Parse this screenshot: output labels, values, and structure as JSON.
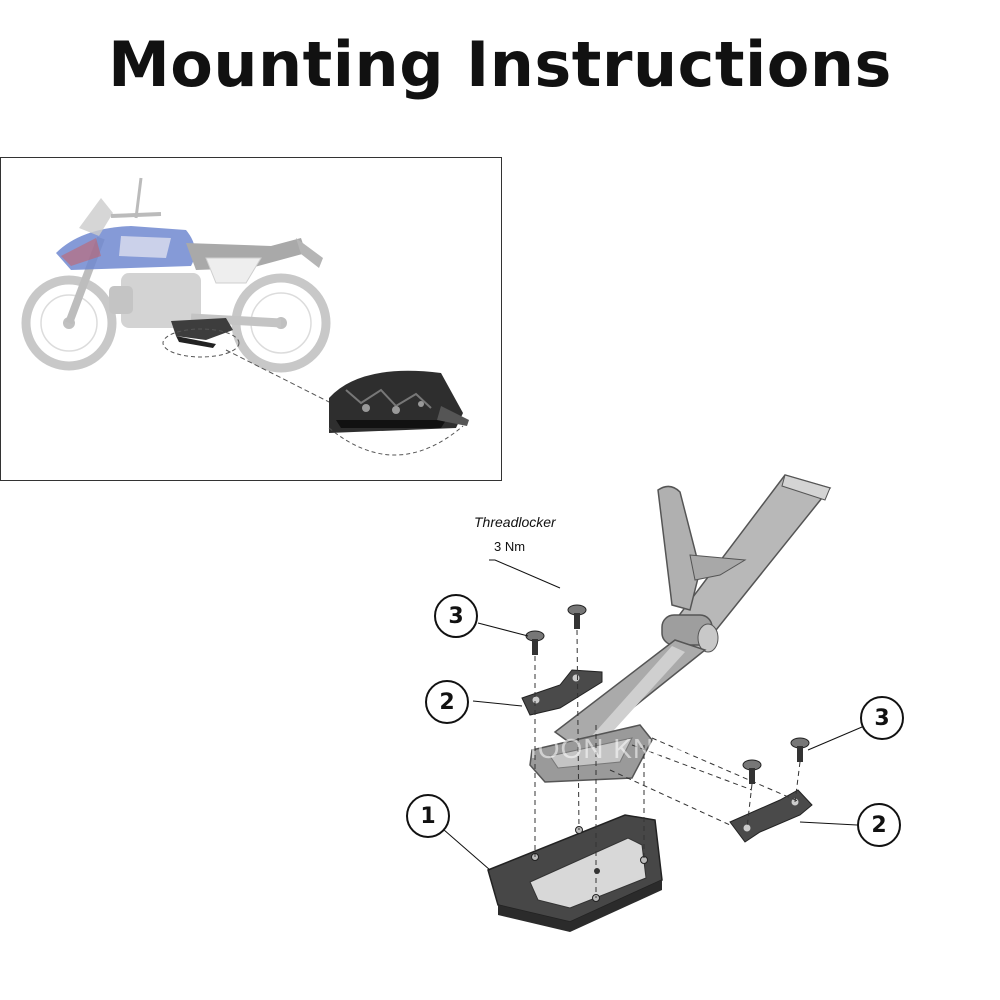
{
  "page": {
    "title": "Mounting Instructions"
  },
  "annotations": {
    "threadlocker": "Threadlocker",
    "torque": "3 Nm",
    "watermark": "STAR MOON KNIGHT"
  },
  "callouts": {
    "c1": "1",
    "c2_left": "2",
    "c2_right": "2",
    "c3_left": "3",
    "c3_right": "3"
  },
  "colors": {
    "part_dark": "#4a4a4a",
    "part_light": "#bdbdbd",
    "bike_blue": "#5a74c8",
    "bike_gray": "#b9b9b9"
  },
  "icons": {
    "motorcycle": "motorcycle-illustration",
    "detail": "kickstand-detail-zoom",
    "exploded": "exploded-assembly"
  }
}
